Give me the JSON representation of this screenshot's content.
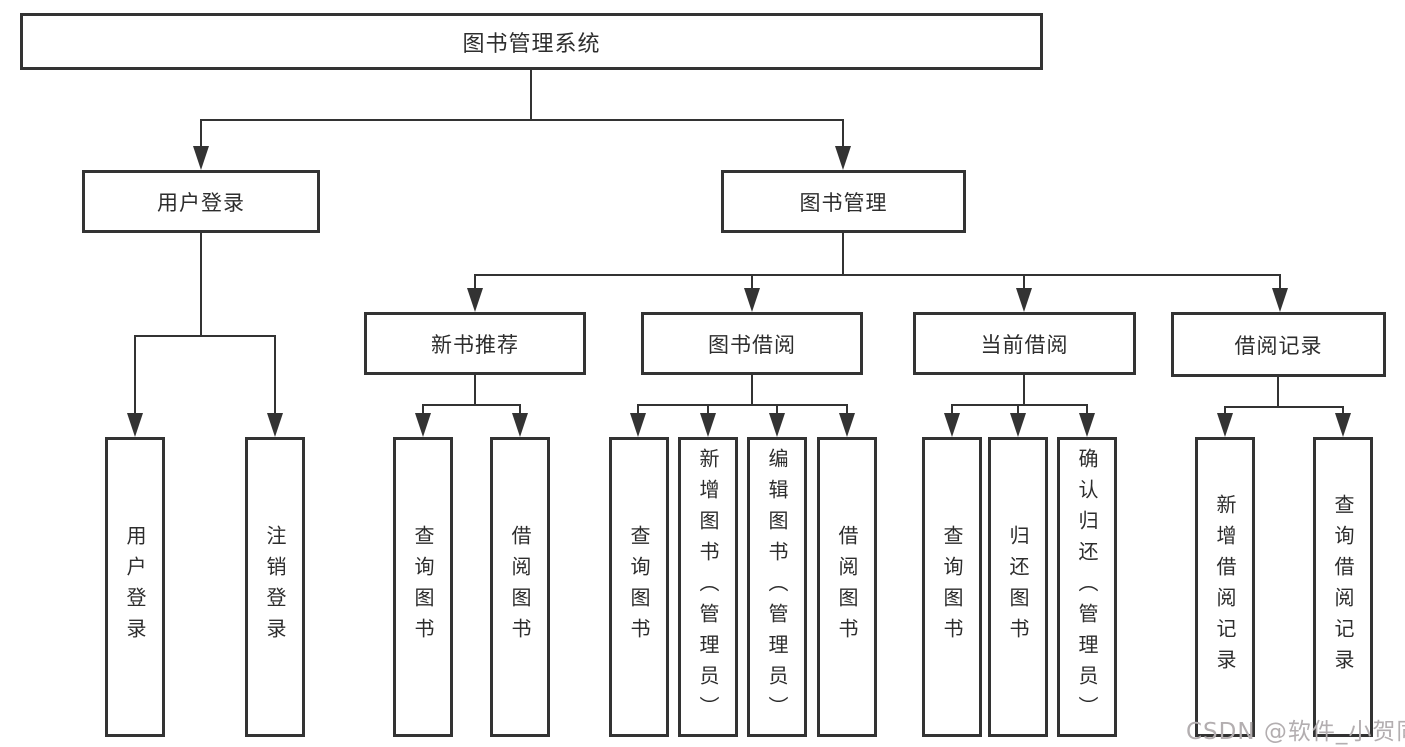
{
  "tree": {
    "label": "图书管理系统",
    "children": [
      {
        "label": "用户登录",
        "children": [
          {
            "label": "用户登录"
          },
          {
            "label": "注销登录"
          }
        ]
      },
      {
        "label": "图书管理",
        "children": [
          {
            "label": "新书推荐",
            "children": [
              {
                "label": "查询图书"
              },
              {
                "label": "借阅图书"
              }
            ]
          },
          {
            "label": "图书借阅",
            "children": [
              {
                "label": "查询图书"
              },
              {
                "label": "新增图书（管理员）"
              },
              {
                "label": "编辑图书（管理员）"
              },
              {
                "label": "借阅图书"
              }
            ]
          },
          {
            "label": "当前借阅",
            "children": [
              {
                "label": "查询图书"
              },
              {
                "label": "归还图书"
              },
              {
                "label": "确认归还（管理员）"
              }
            ]
          },
          {
            "label": "借阅记录",
            "children": [
              {
                "label": "新增借阅记录"
              },
              {
                "label": "查询借阅记录"
              }
            ]
          }
        ]
      }
    ]
  },
  "watermark": {
    "text": "CSDN @软件_小贺同学"
  },
  "colors": {
    "background": "#ffffff",
    "line": "#333333",
    "box_border": "#333333",
    "box_fill": "#ffffff",
    "text": "#2d2d2d",
    "watermark": "#b3aeb0"
  }
}
